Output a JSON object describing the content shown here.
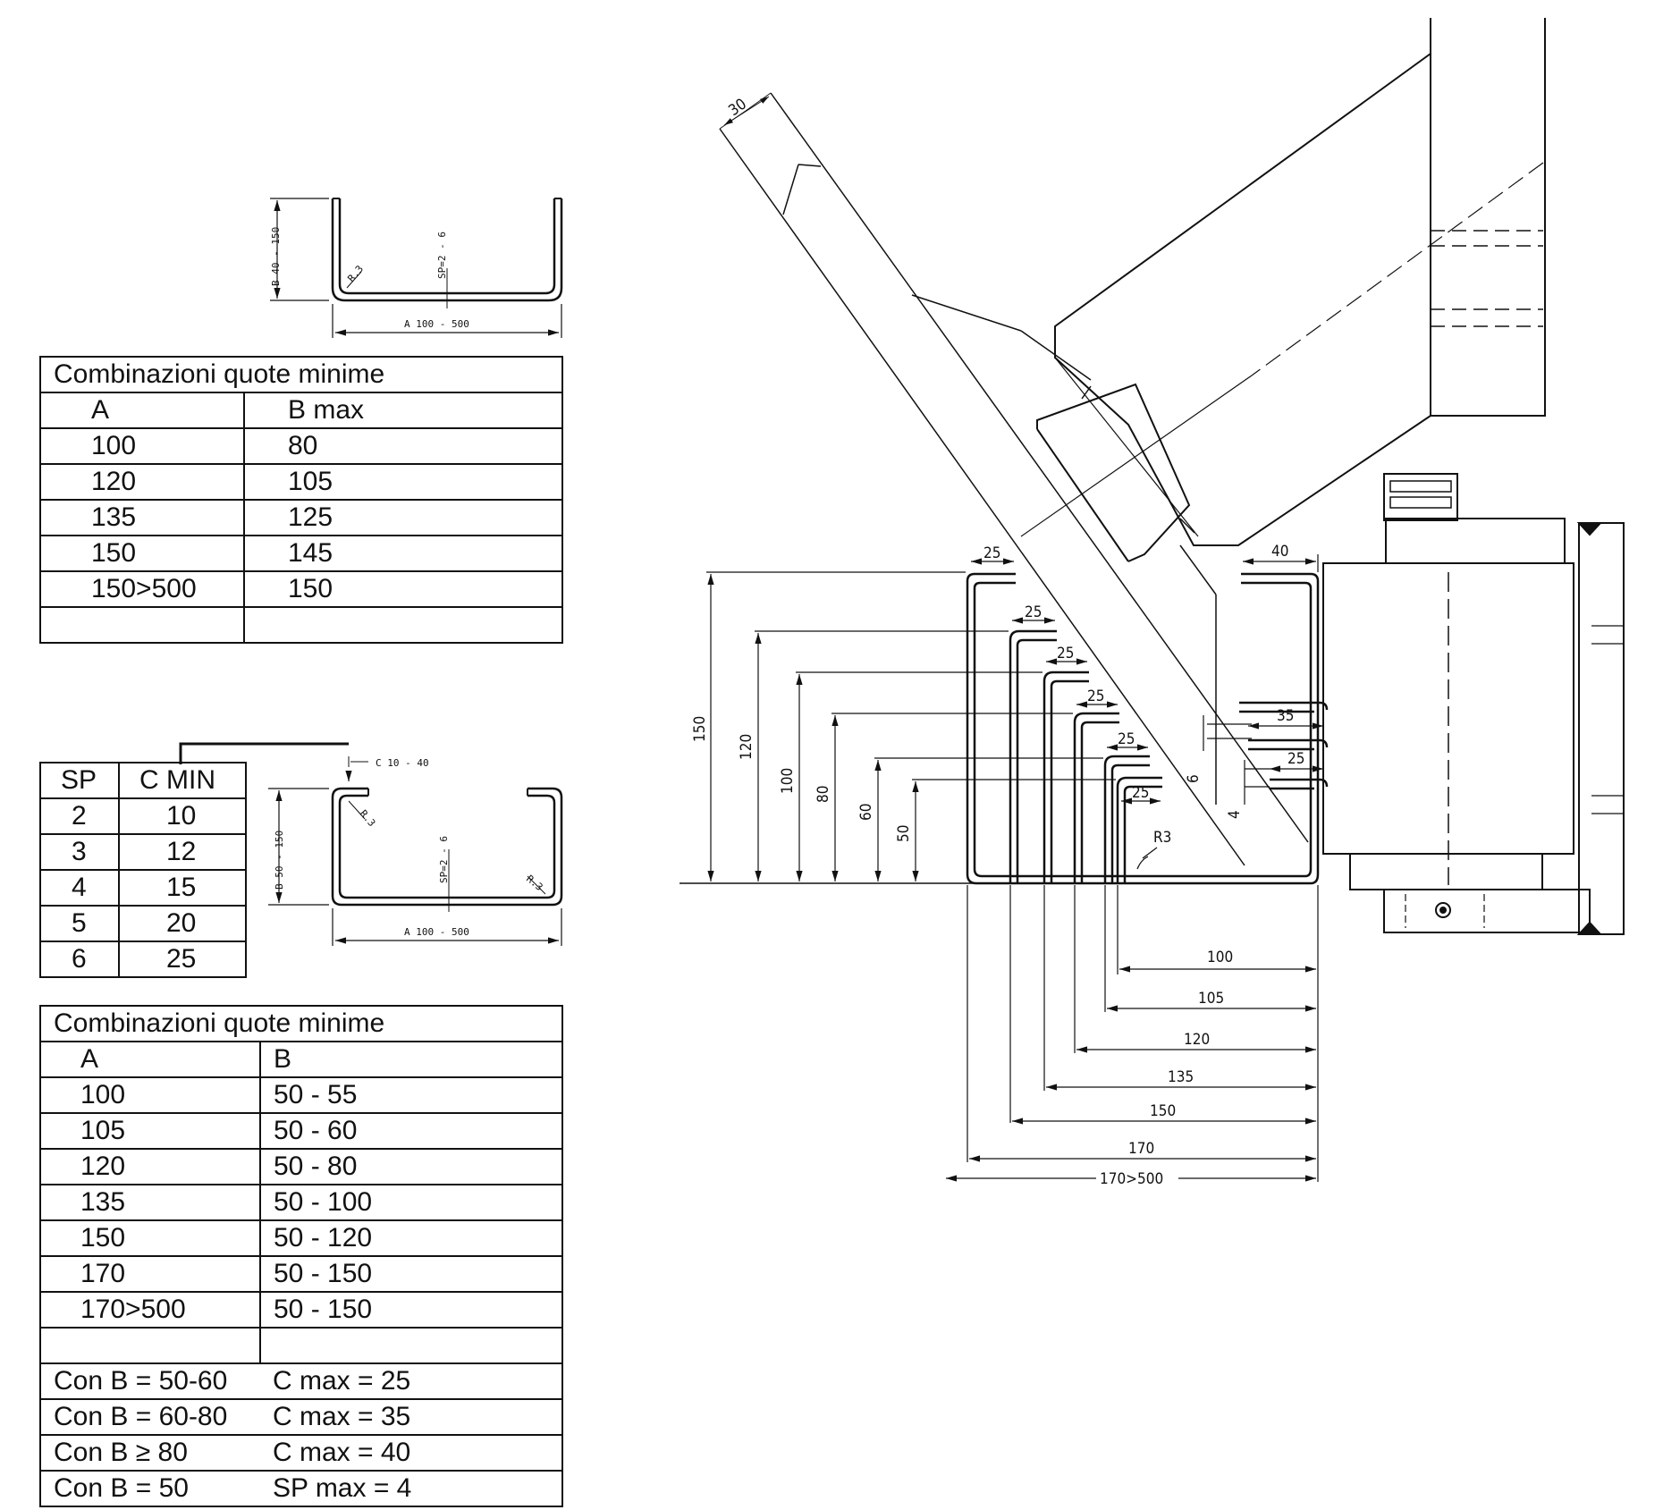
{
  "profile_u": {
    "label_b": "B 40 - 150",
    "label_a": "A 100 - 500",
    "label_r": "R.3",
    "label_sp": "SP=2 - 6"
  },
  "profile_c": {
    "label_b": "B 50 - 150",
    "label_a": "A 100 - 500",
    "label_c": "C 10 - 40",
    "label_r1": "R.3",
    "label_r2": "R.3",
    "label_sp": "SP=2 - 6"
  },
  "table_u": {
    "title": "Combinazioni quote minime",
    "headers": [
      "A",
      "B max"
    ],
    "rows": [
      [
        "100",
        "80"
      ],
      [
        "120",
        "105"
      ],
      [
        "135",
        "125"
      ],
      [
        "150",
        "145"
      ],
      [
        "150>500",
        "150"
      ]
    ]
  },
  "table_sp": {
    "headers": [
      "SP",
      "C MIN"
    ],
    "rows": [
      [
        "2",
        "10"
      ],
      [
        "3",
        "12"
      ],
      [
        "4",
        "15"
      ],
      [
        "5",
        "20"
      ],
      [
        "6",
        "25"
      ]
    ]
  },
  "table_c": {
    "title": "Combinazioni quote minime",
    "headers": [
      "A",
      "B"
    ],
    "rows": [
      [
        "100",
        "50 - 55"
      ],
      [
        "105",
        "50 - 60"
      ],
      [
        "120",
        "50 - 80"
      ],
      [
        "135",
        "50 - 100"
      ],
      [
        "150",
        "50 - 120"
      ],
      [
        "170",
        "50 - 150"
      ],
      [
        "170>500",
        "50 - 150"
      ]
    ],
    "notes": [
      [
        "Con B = 50-60",
        "C max = 25"
      ],
      [
        "Con B = 60-80",
        "C max = 35"
      ],
      [
        "Con B ≥ 80",
        "C max = 40"
      ],
      [
        "Con B = 50",
        "SP max = 4"
      ]
    ]
  },
  "machine": {
    "tool_angle_dim": "30",
    "heights": [
      "150",
      "120",
      "100",
      "80",
      "60",
      "50"
    ],
    "flange_left": [
      "25",
      "25",
      "25",
      "25",
      "25",
      "25"
    ],
    "flange_right": [
      "40",
      "35",
      "25"
    ],
    "small_dims": [
      "6",
      "4"
    ],
    "radius": "R3",
    "widths": [
      "100",
      "105",
      "120",
      "135",
      "150",
      "170",
      "170>500"
    ]
  }
}
